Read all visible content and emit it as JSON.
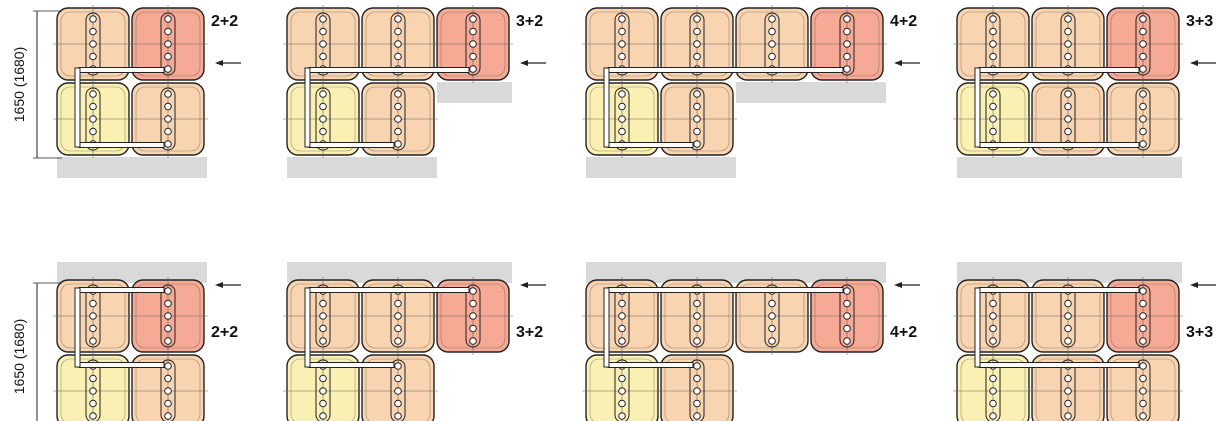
{
  "dimension_label": "1650 (1680)",
  "colors": {
    "yellow": "#fbf0b4",
    "peach": "#f9d4b0",
    "red": "#f6a994",
    "gray": "#d9d9d9",
    "ink": "#222222"
  },
  "rows": [
    {
      "name": "top-row",
      "dimension_label": "1650 (1680)",
      "layouts": [
        {
          "label": "2+2",
          "top": [
            "peach",
            "red"
          ],
          "bottom": [
            "yellow",
            "peach"
          ]
        },
        {
          "label": "3+2",
          "top": [
            "peach",
            "peach",
            "red"
          ],
          "bottom": [
            "yellow",
            "peach"
          ]
        },
        {
          "label": "4+2",
          "top": [
            "peach",
            "peach",
            "peach",
            "red"
          ],
          "bottom": [
            "yellow",
            "peach"
          ]
        },
        {
          "label": "3+3",
          "top": [
            "peach",
            "peach",
            "red"
          ],
          "bottom": [
            "yellow",
            "peach",
            "peach"
          ]
        }
      ]
    },
    {
      "name": "bottom-row",
      "dimension_label": "1650 (1680)",
      "layouts": [
        {
          "label": "2+2",
          "top": [
            "peach",
            "red"
          ],
          "bottom": [
            "yellow",
            "peach"
          ]
        },
        {
          "label": "3+2",
          "top": [
            "peach",
            "peach",
            "red"
          ],
          "bottom": [
            "yellow",
            "peach"
          ]
        },
        {
          "label": "4+2",
          "top": [
            "peach",
            "peach",
            "peach",
            "red"
          ],
          "bottom": [
            "yellow",
            "peach"
          ]
        },
        {
          "label": "3+3",
          "top": [
            "peach",
            "peach",
            "red"
          ],
          "bottom": [
            "yellow",
            "peach",
            "peach"
          ]
        }
      ]
    }
  ]
}
